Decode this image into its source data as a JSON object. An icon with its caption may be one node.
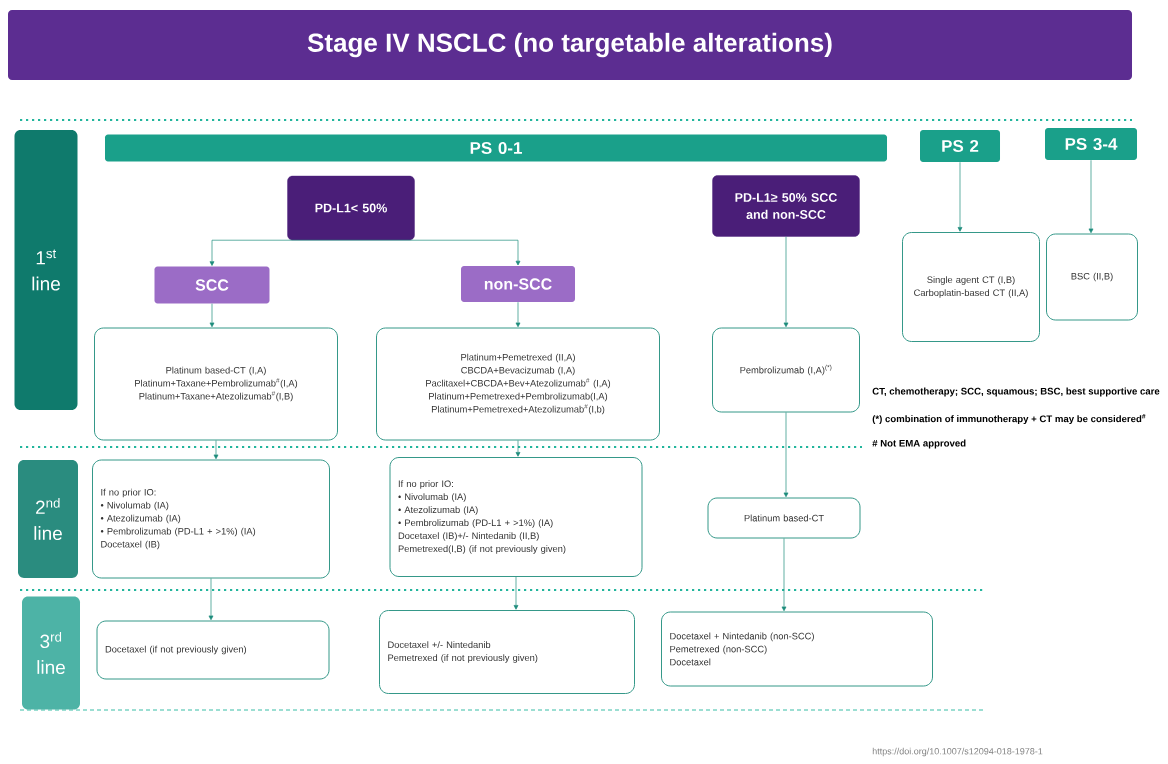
{
  "diagram": {
    "title": "Stage IV NSCLC (no targetable alterations)",
    "nodes": [
      {
        "text": [
          "1$^{st}$ line"
        ]
      },
      {
        "text": [
          "2$^{nd}$ line"
        ]
      },
      {
        "text": [
          "3$^{rd}$ line"
        ]
      },
      {
        "text": [
          "PS 0-1"
        ]
      },
      {
        "text": [
          "PS 2"
        ]
      },
      {
        "text": [
          "PS 3-4"
        ]
      },
      {
        "text": [
          "PD-L1< 50%"
        ]
      },
      {
        "text": [
          "PD-L1≥ 50% SCC and non-SCC"
        ]
      },
      {
        "text": [
          "SCC"
        ]
      },
      {
        "text": [
          "non-SCC"
        ]
      },
      {
        "text": [
          "Platinum based-CT (I,A)",
          "Platinum+Taxane+Pembrolizumab$^{#}$(I,A)",
          "Platinum+Taxane+Atezolizumab$^{#}$(I,B)"
        ]
      },
      {
        "text": [
          "Platinum+Pemetrexed (II,A)",
          "CBCDA+Bevacizumab (I,A)",
          "Paclitaxel+CBCDA+Bev+Atezolizumab$^{#}$ (I,A)",
          "Platinum+Pemetrexed+Pembrolizumab(I,A)",
          "Platinum+Pemetrexed+Atezolizumab$^{#}$(I,b)"
        ]
      },
      {
        "text": [
          "Pembrolizumab (I,A)$^{(*)}$"
        ]
      },
      {
        "text": [
          "Single agent CT (I,B)",
          "Carboplatin-based CT (II,A)"
        ]
      },
      {
        "text": [
          "BSC (II,B)"
        ]
      },
      {
        "text": [
          "If no prior IO:",
          "• Nivolumab (IA)",
          "• Atezolizumab (IA)",
          "• Pembrolizumab (PD-L1 + >1%) (IA)",
          "Docetaxel (IB)"
        ]
      },
      {
        "text": [
          "If no prior IO:",
          "• Nivolumab (IA)",
          "• Atezolizumab (IA)",
          "• Pembrolizumab (PD-L1 + >1%) (IA)",
          "Docetaxel (IB)+/- Nintedanib (II,B)",
          "Pemetrexed(I,B) (if not previously given)"
        ]
      },
      {
        "text": [
          "Platinum based-CT"
        ]
      },
      {
        "text": [
          "Docetaxel (if not previously given)"
        ]
      },
      {
        "text": [
          "Docetaxel +/- Nintedanib",
          "Pemetrexed (if not previously given)"
        ]
      },
      {
        "text": [
          "Docetaxel + Nintedanib (non-SCC)",
          "Pemetrexed (non-SCC)",
          "Docetaxel"
        ]
      }
    ],
    "edges": [
      {
        "from": 6,
        "to": 8,
        "arrow": "to"
      },
      {
        "from": 6,
        "to": 9,
        "arrow": "to"
      },
      {
        "from": 8,
        "to": 10,
        "arrow": "to"
      },
      {
        "from": 9,
        "to": 11,
        "arrow": "to"
      },
      {
        "from": 7,
        "to": 12,
        "arrow": "to"
      },
      {
        "from": 4,
        "to": 13,
        "arrow": "to"
      },
      {
        "from": 5,
        "to": 14,
        "arrow": "to"
      },
      {
        "from": 10,
        "to": 15,
        "arrow": "to"
      },
      {
        "from": 11,
        "to": 16,
        "arrow": "to"
      },
      {
        "from": 12,
        "to": 17,
        "arrow": "to"
      },
      {
        "from": 15,
        "to": 18,
        "arrow": "to"
      },
      {
        "from": 16,
        "to": 19,
        "arrow": "to"
      },
      {
        "from": 17,
        "to": 20,
        "arrow": "to"
      }
    ],
    "labels": [
      "CT, chemotherapy; SCC, squamous; BSC, best supportive care",
      "(*) combination of immunotherapy + CT may be considered$^{#}$",
      "# Not EMA approved",
      "https://doi.org/10.1007/s12094-018-1978-1"
    ]
  }
}
